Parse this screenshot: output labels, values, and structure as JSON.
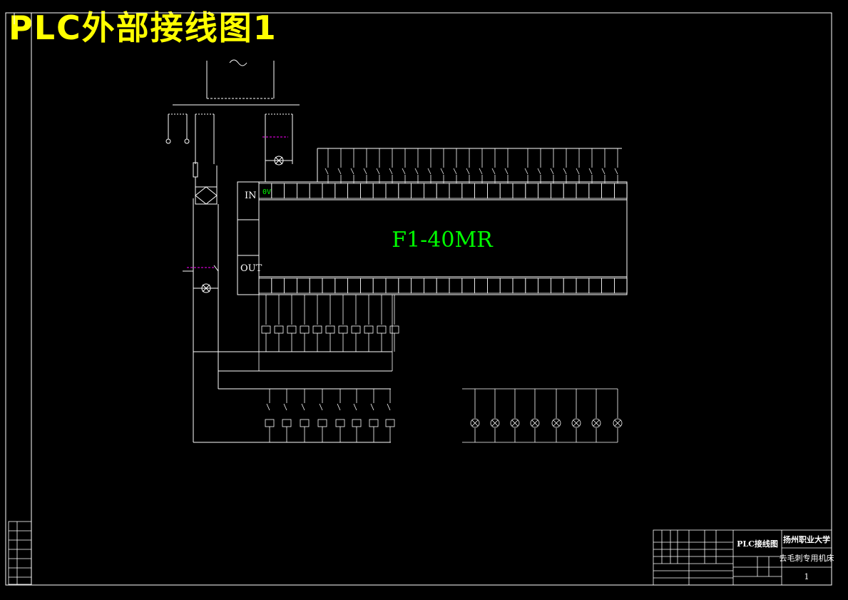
{
  "drawing_title": "PLC外部接线图1",
  "plc": {
    "model": "F1-40MR",
    "in_label": "IN",
    "out_label": "OUT",
    "in_first_terminal": "0V"
  },
  "title_block": {
    "drawing_name": "PLC接线图",
    "school": "扬州职业大学",
    "machine": "去毛刺专用机床",
    "sheet_number": "1"
  },
  "colors": {
    "background": "#000000",
    "lines": "#ffffff",
    "labels": "#00ff00",
    "heading": "#ffff00",
    "dashed_link": "#ff00ff"
  }
}
